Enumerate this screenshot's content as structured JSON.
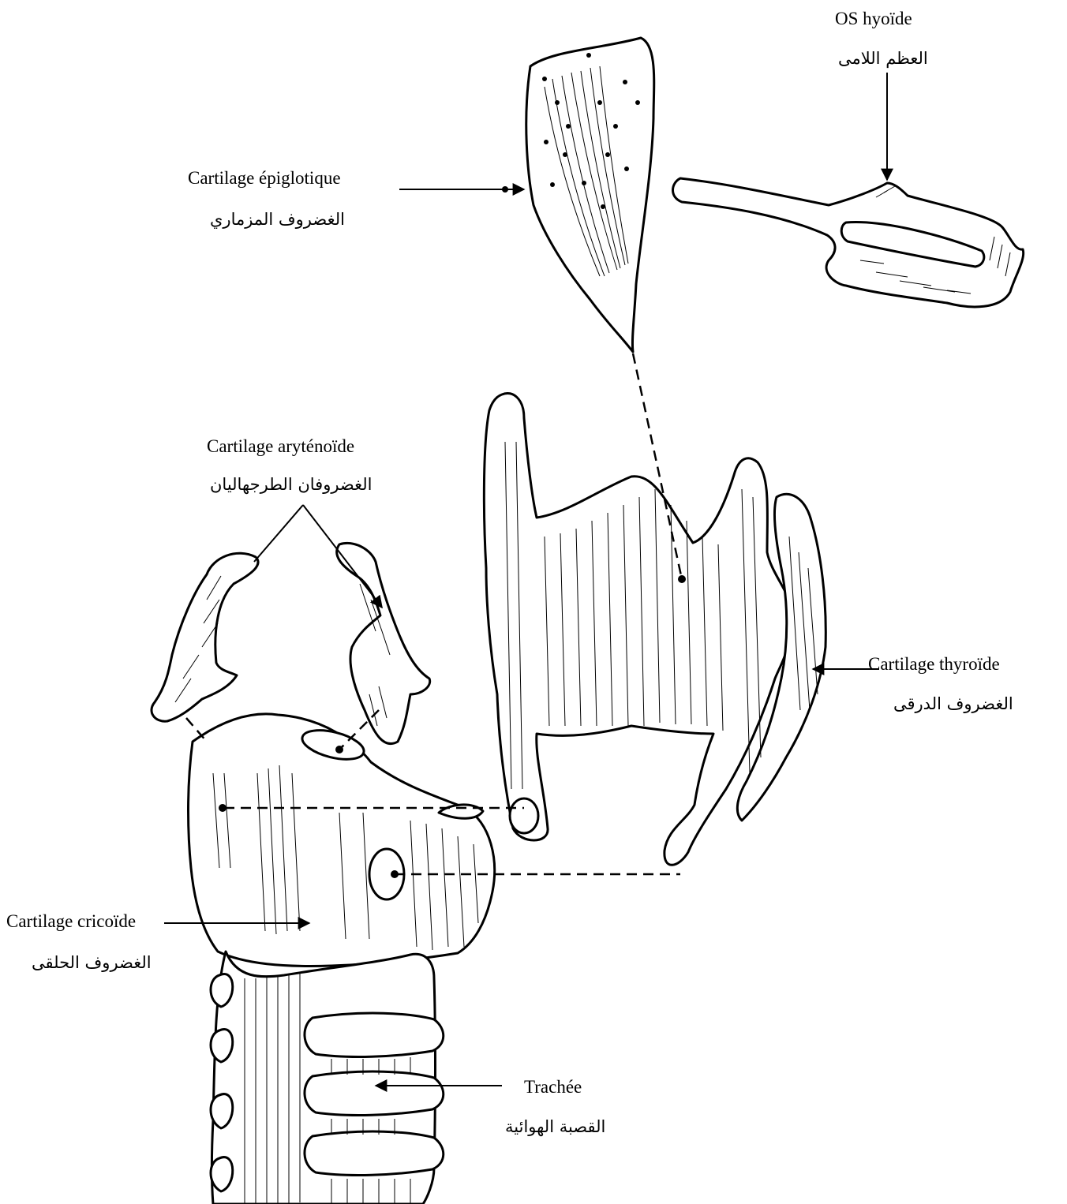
{
  "labels": {
    "hyoid": {
      "fr": "OS hyoïde",
      "ar": "العظم اللامى"
    },
    "epiglottic": {
      "fr": "Cartilage épiglotique",
      "ar": "الغضروف المزماري"
    },
    "arytenoid": {
      "fr": "Cartilage aryténoïde",
      "ar": "الغضروفان الطرجهاليان"
    },
    "thyroid": {
      "fr": "Cartilage thyroïde",
      "ar": "الغضروف الدرقى"
    },
    "cricoid": {
      "fr": "Cartilage cricoïde",
      "ar": "الغضروف الحلقى"
    },
    "trachea": {
      "fr": "Trachée",
      "ar": "القصبة الهوائية"
    }
  }
}
